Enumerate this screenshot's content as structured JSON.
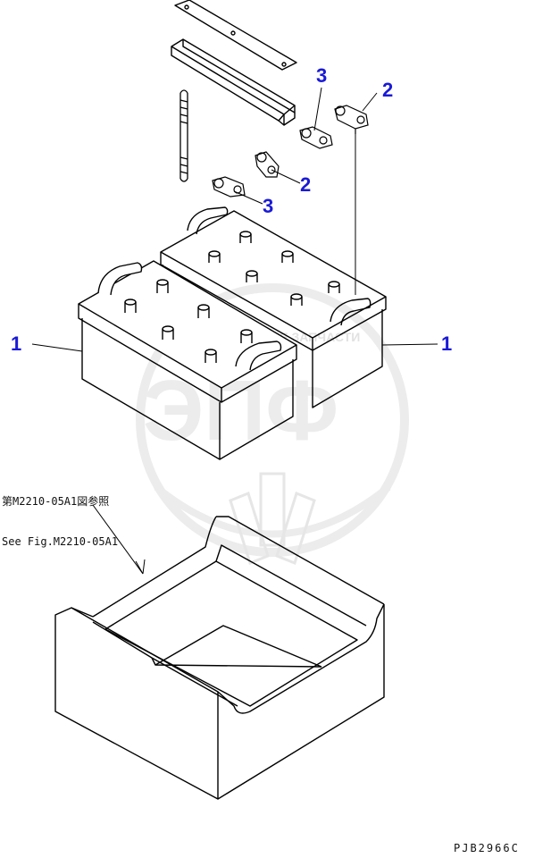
{
  "watermark": {
    "line1": "ТЕХНИЧЕСКИЕ ЗАПЧАСТИ",
    "logo": "ЭПФ"
  },
  "callouts": [
    {
      "id": "c1-left",
      "label": "1"
    },
    {
      "id": "c1-right",
      "label": "1"
    },
    {
      "id": "c2-top",
      "label": "2"
    },
    {
      "id": "c2-mid",
      "label": "2"
    },
    {
      "id": "c3-top",
      "label": "3"
    },
    {
      "id": "c3-mid",
      "label": "3"
    }
  ],
  "reference_note": {
    "line1": "第M2210-05A1図参照",
    "line2": "See Fig.M2210-05A1"
  },
  "drawing_code": "PJB2966C",
  "colors": {
    "callout": "#1a1ad6",
    "line": "#000000",
    "watermark": "#e6e6e6"
  }
}
